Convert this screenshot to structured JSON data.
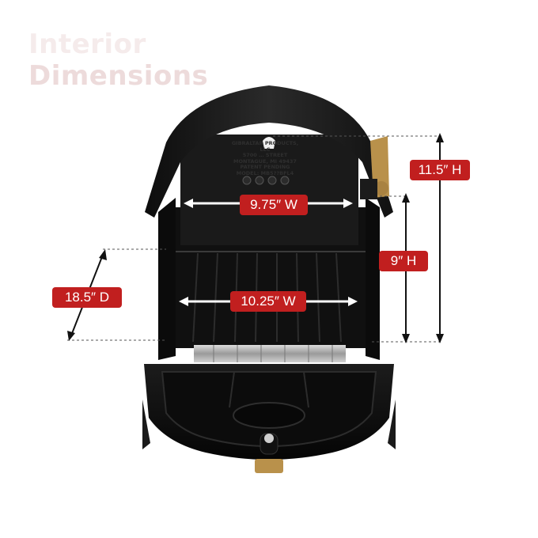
{
  "title": {
    "line1": "Interior",
    "line2": "Dimensions"
  },
  "dimensions": {
    "inner_width_top": "9.75″ W",
    "inner_width_bottom": "10.25″ W",
    "height_inner": "9″ H",
    "height_total": "11.5″ H",
    "depth": "18.5″ D"
  },
  "stamp": {
    "lines": [
      "GIBRALTAR PRODUCTS, LLC",
      "5700 … STREET",
      "MONTAGUE, MI 49437",
      "PATENT PENDING",
      "MODEL: MB5??BFL4"
    ]
  },
  "colors": {
    "label_bg": "#c11f1f",
    "label_text": "#ffffff",
    "mailbox_body": "#151515",
    "brass": "#b9914b"
  }
}
